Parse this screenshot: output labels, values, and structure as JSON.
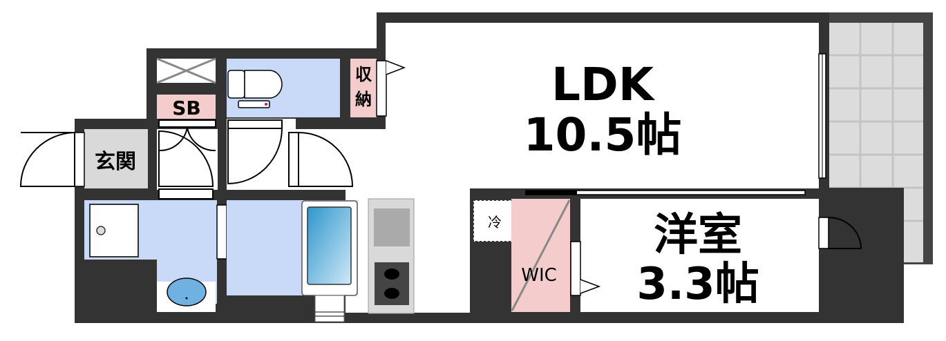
{
  "rooms": {
    "ldk": {
      "name": "LDK",
      "size": "10.5帖"
    },
    "western": {
      "name": "洋室",
      "size": "3.3帖"
    },
    "wic": "WIC",
    "entrance": "玄関",
    "shoebox": "SB",
    "storage_line1": "収",
    "storage_line2": "納",
    "fridge": "冷"
  },
  "colors": {
    "wall": "#333333",
    "wet_area": "#c9daf8",
    "storage": "#f4cccc",
    "entrance": "#d9d9d9",
    "balcony": "#d9d9d9"
  }
}
